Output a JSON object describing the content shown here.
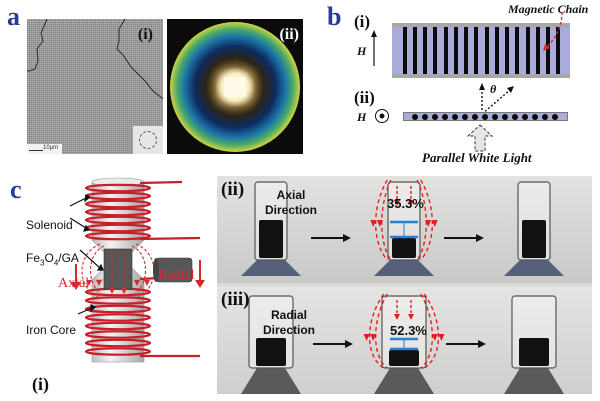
{
  "figure": {
    "panel_a": {
      "letter": "a",
      "sub_i": {
        "label": "(i)",
        "scale_bar": "10μm"
      },
      "sub_ii": {
        "label": "(ii)"
      }
    },
    "panel_b": {
      "letter": "b",
      "sub_i": {
        "label": "(i)",
        "field_label": "H",
        "annotation": "Magnetic Chain",
        "chain_count": 16
      },
      "sub_ii": {
        "label": "(ii)",
        "field_label": "H",
        "angle_label": "θ",
        "light_label": "Parallel White Light",
        "particle_count": 15
      }
    },
    "panel_c": {
      "letter": "c",
      "sub_i": {
        "label": "(i)",
        "solenoid": "Solenoid",
        "sample_prefix": "Fe",
        "sample_sub1": "3",
        "sample_mid": "O",
        "sample_sub2": "4",
        "sample_suffix": "/GA",
        "axial": "Axial",
        "radial": "Radial",
        "iron_core": "Iron Core"
      },
      "sub_ii": {
        "label": "(ii)",
        "direction_line1": "Axial",
        "direction_line2": "Direction",
        "compression": "35.3%"
      },
      "sub_iii": {
        "label": "(iii)",
        "direction_line1": "Radial",
        "direction_line2": "Direction",
        "compression": "52.3%"
      }
    },
    "colors": {
      "panel_letter": "#2b3b9a",
      "field_red": "#d42a2a",
      "chain_bg": "#a9acd8",
      "measure_blue": "#2a7fd0"
    }
  }
}
